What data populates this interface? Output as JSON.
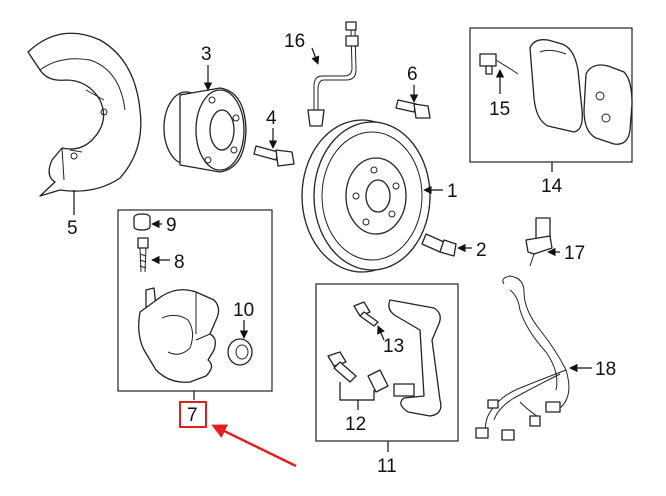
{
  "callouts": {
    "c1": "1",
    "c2": "2",
    "c3": "3",
    "c4": "4",
    "c5": "5",
    "c6": "6",
    "c7": "7",
    "c8": "8",
    "c9": "9",
    "c10": "10",
    "c11": "11",
    "c12": "12",
    "c13": "13",
    "c14": "14",
    "c15": "15",
    "c16": "16",
    "c17": "17",
    "c18": "18"
  },
  "highlight": {
    "target_callout": "7",
    "color": "#e02020"
  }
}
